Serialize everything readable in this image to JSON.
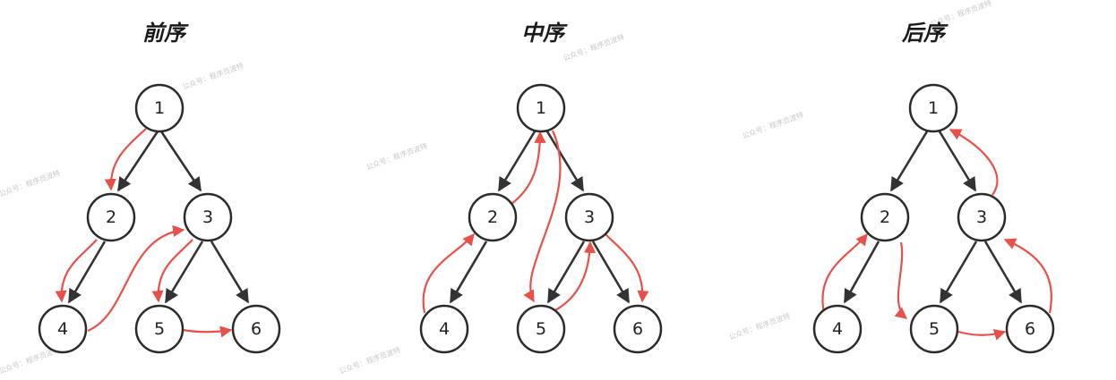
{
  "panels": [
    {
      "title": "前序",
      "nodes": [
        "1",
        "2",
        "3",
        "4",
        "5",
        "6"
      ]
    },
    {
      "title": "中序",
      "nodes": [
        "1",
        "2",
        "3",
        "4",
        "5",
        "6"
      ]
    },
    {
      "title": "后序",
      "nodes": [
        "1",
        "2",
        "3",
        "4",
        "5",
        "6"
      ]
    }
  ],
  "watermark": "公众号：程序员波特",
  "colors": {
    "traversal_arrow": "#e8504a",
    "tree_edge": "#333333",
    "node_stroke": "#2b2b2b"
  }
}
